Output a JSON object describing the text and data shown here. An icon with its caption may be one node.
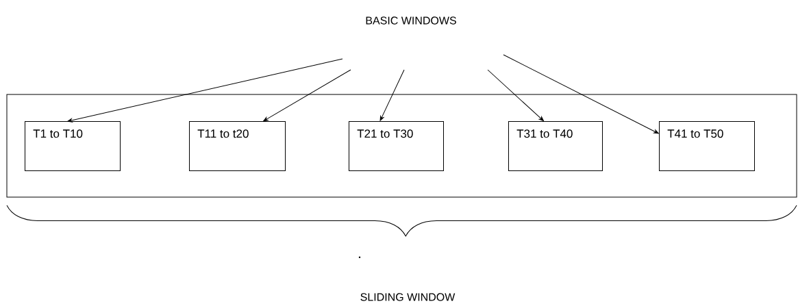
{
  "diagram": {
    "nodes": [
      {
        "text": [
          "BASIC WINDOWS"
        ]
      },
      {
        "text": [],
        "shape": "box"
      },
      {
        "text": [
          "T1 to T10"
        ],
        "in": 1
      },
      {
        "text": [
          "T11 to t20"
        ],
        "in": 1
      },
      {
        "text": [
          "T21 to T30"
        ],
        "in": 1
      },
      {
        "text": [
          "T31 to T40"
        ],
        "in": 1
      },
      {
        "text": [
          "T41 to T50"
        ],
        "in": 1
      }
    ],
    "edges": [
      {
        "from": 0,
        "to": 2,
        "arrow": "to"
      },
      {
        "from": 0,
        "to": 3,
        "arrow": "to"
      },
      {
        "from": 0,
        "to": 4,
        "arrow": "to"
      },
      {
        "from": 0,
        "to": 5,
        "arrow": "to"
      },
      {
        "from": 0,
        "to": 6,
        "arrow": "to"
      }
    ],
    "labels": [
      "SLIDING WINDOW"
    ]
  }
}
